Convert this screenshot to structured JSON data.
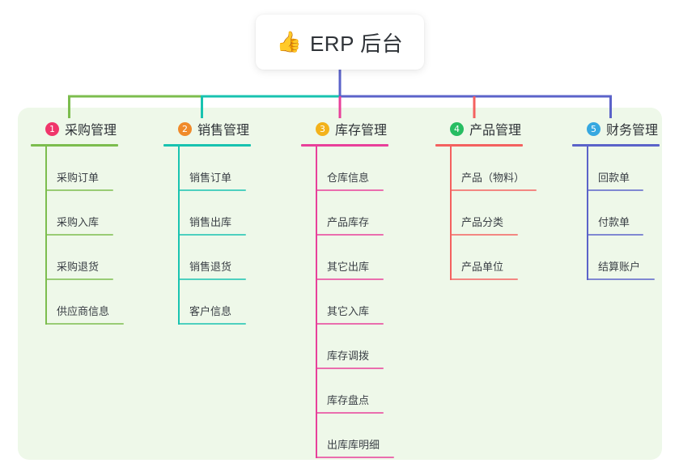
{
  "root": {
    "emoji": "👍",
    "emoji_name": "thumbs-up-icon",
    "title": "ERP 后台"
  },
  "colors": {
    "panel_background": "#eef8e9",
    "page_background": "#ffffff",
    "text": "#2f3338",
    "branch_green": "#7cbd4e",
    "branch_teal": "#18c3b0",
    "branch_pink": "#e8409a",
    "branch_red": "#f4615f",
    "branch_blue": "#5b63c9",
    "badge_1": "#f0366b",
    "badge_2": "#f08a2a",
    "badge_3": "#f3b21b",
    "badge_4": "#27bd62",
    "badge_5": "#36a8e0"
  },
  "columns": [
    {
      "number": "1",
      "title": "采购管理",
      "badge_color": "#f0366b",
      "line_color": "#7cbd4e",
      "items": [
        {
          "label": "采购订单"
        },
        {
          "label": "采购入库"
        },
        {
          "label": "采购退货"
        },
        {
          "label": "供应商信息"
        }
      ]
    },
    {
      "number": "2",
      "title": "销售管理",
      "badge_color": "#f08a2a",
      "line_color": "#18c3b0",
      "items": [
        {
          "label": "销售订单"
        },
        {
          "label": "销售出库"
        },
        {
          "label": "销售退货"
        },
        {
          "label": "客户信息"
        }
      ]
    },
    {
      "number": "3",
      "title": "库存管理",
      "badge_color": "#f3b21b",
      "line_color": "#e8409a",
      "items": [
        {
          "label": "仓库信息"
        },
        {
          "label": "产品库存"
        },
        {
          "label": "其它出库"
        },
        {
          "label": "其它入库"
        },
        {
          "label": "库存调拨"
        },
        {
          "label": "库存盘点"
        },
        {
          "label": "出库库明细"
        }
      ]
    },
    {
      "number": "4",
      "title": "产品管理",
      "badge_color": "#27bd62",
      "line_color": "#f4615f",
      "items": [
        {
          "label": "产品（物料）"
        },
        {
          "label": "产品分类"
        },
        {
          "label": "产品单位"
        }
      ]
    },
    {
      "number": "5",
      "title": "财务管理",
      "badge_color": "#36a8e0",
      "line_color": "#5b63c9",
      "items": [
        {
          "label": "回款单"
        },
        {
          "label": "付款单"
        },
        {
          "label": "结算账户"
        }
      ]
    }
  ]
}
